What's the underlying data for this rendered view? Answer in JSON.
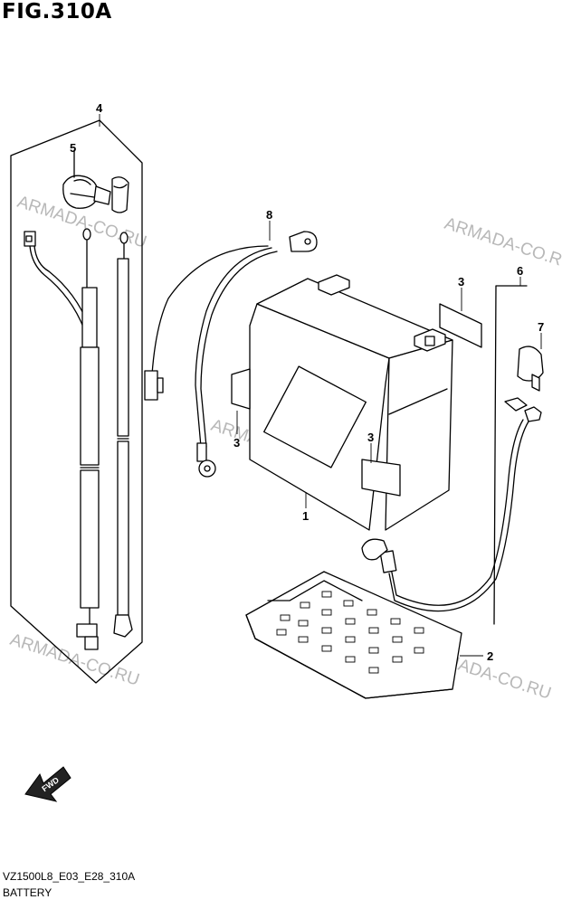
{
  "figure": {
    "title": "FIG.310A",
    "code": "VZ1500L8_E03_E28_310A",
    "caption": "BATTERY"
  },
  "watermark": "ARMADA-CO.RU",
  "fwd_label": "FWD",
  "callouts": [
    "4",
    "5",
    "8",
    "3",
    "6",
    "7",
    "3",
    "3",
    "1",
    "2"
  ],
  "colors": {
    "line": "#000000",
    "watermark": "#b8b8b8",
    "background": "#ffffff"
  }
}
